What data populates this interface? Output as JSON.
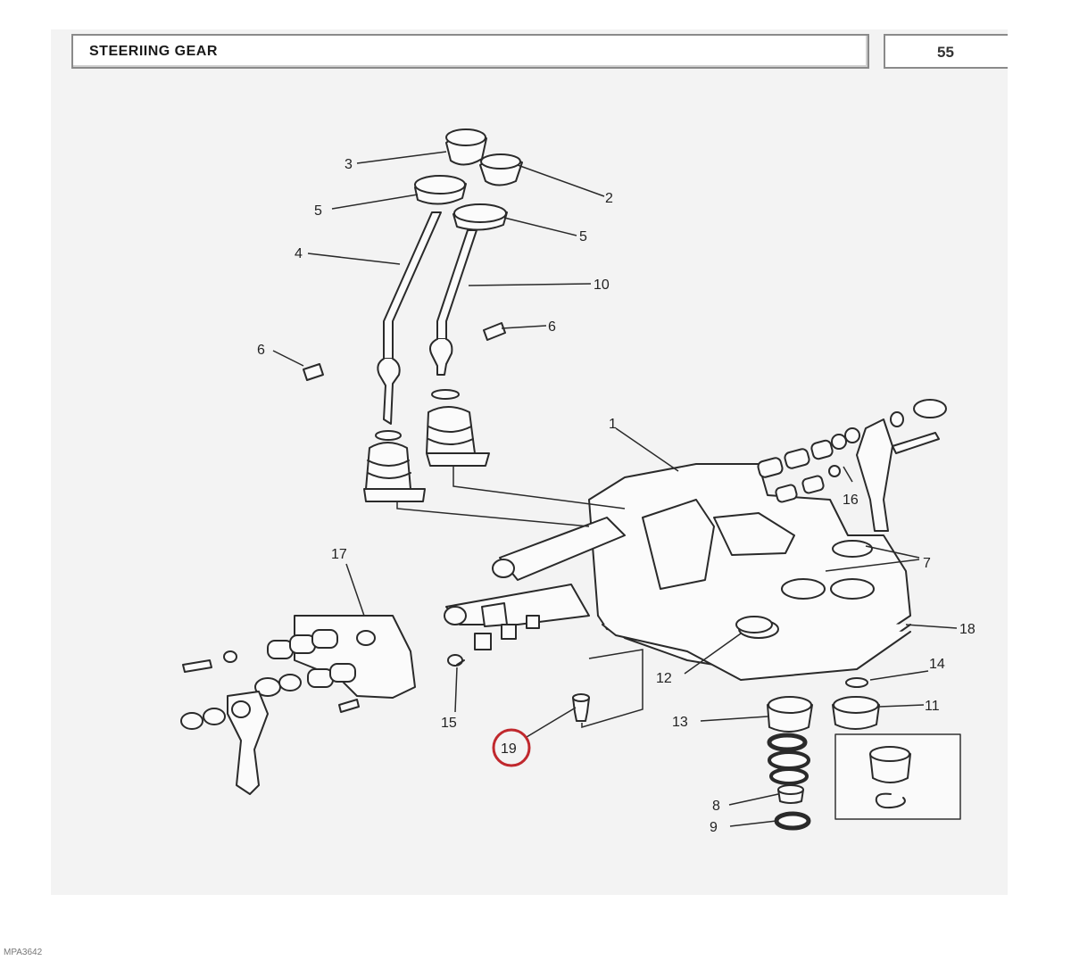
{
  "header": {
    "title": "STEERIING GEAR",
    "page_number": "55"
  },
  "callouts": [
    "3",
    "2",
    "5",
    "5",
    "4",
    "10",
    "6",
    "6",
    "1",
    "16",
    "7",
    "17",
    "18",
    "14",
    "12",
    "11",
    "15",
    "13",
    "19",
    "8",
    "9"
  ],
  "highlighted_callout": "19",
  "highlight_color": "#c0282d",
  "reference_code": "MPA3642"
}
